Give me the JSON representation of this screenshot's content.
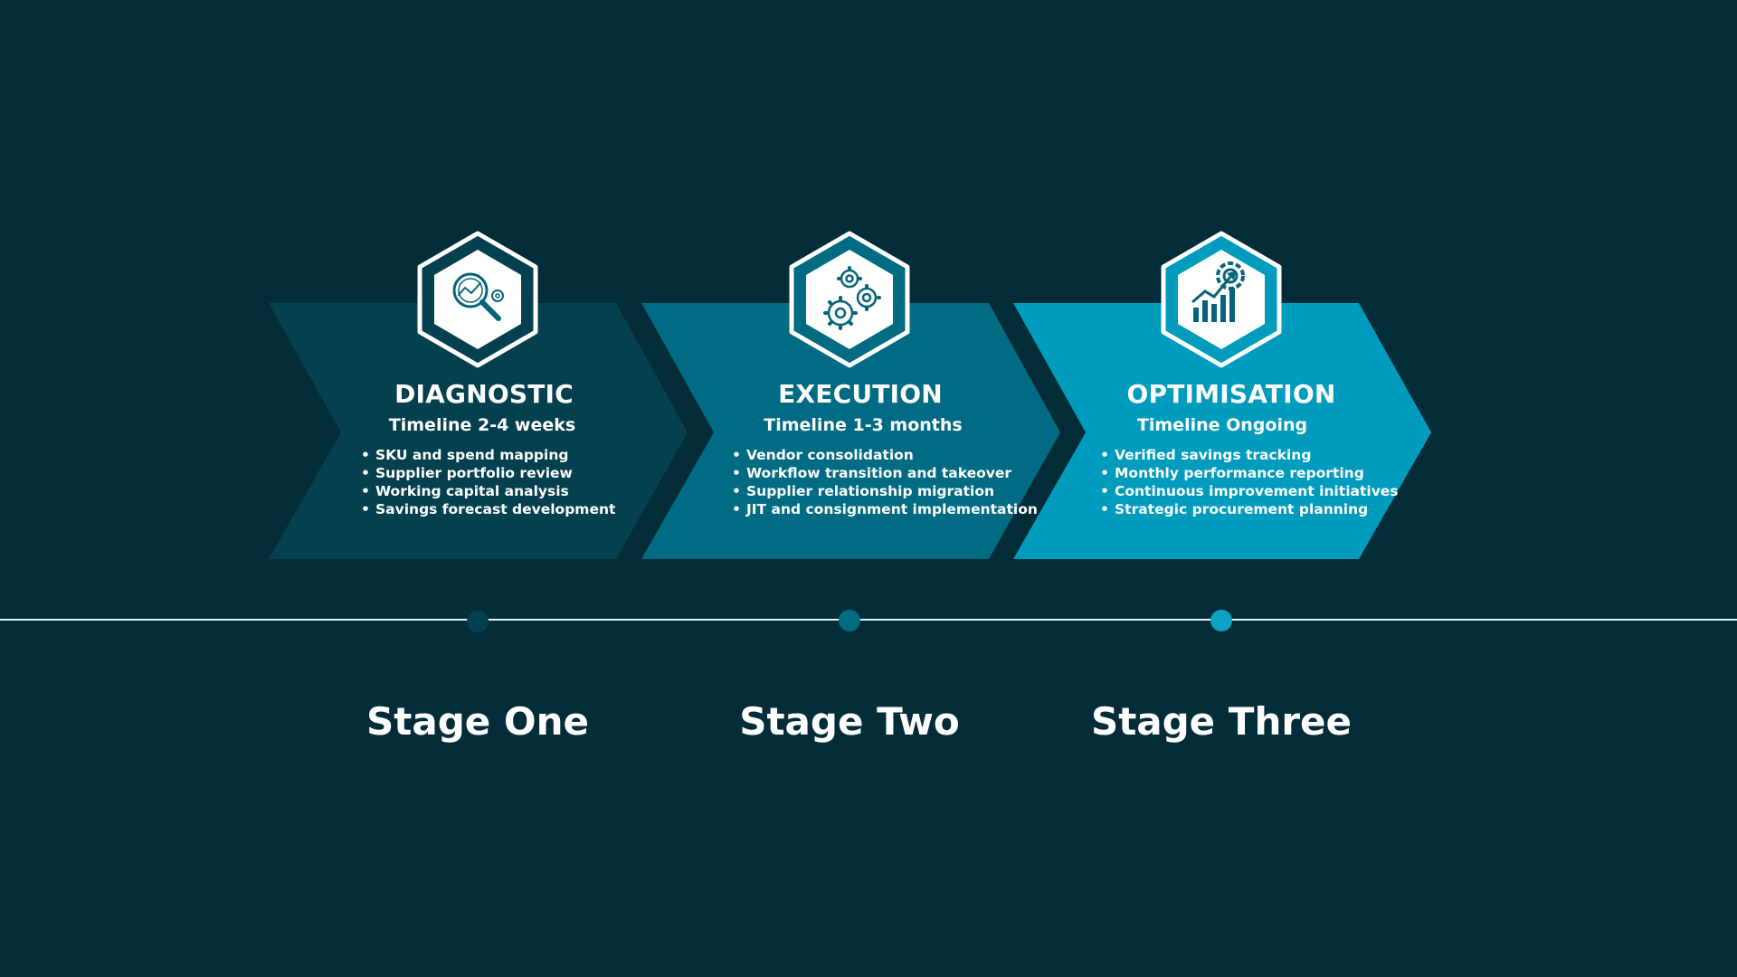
{
  "colors": {
    "background": "#032c39",
    "chevron_stage_1": "#05404f",
    "chevron_stage_2": "#006b82",
    "chevron_stage_3": "#009bbd",
    "hexagon_fill": "#ffffff",
    "icon_color": "#06647a",
    "timeline_line": "#e9f2f4",
    "dot_stage_1": "#05404f",
    "dot_stage_2": "#006b82",
    "dot_stage_3": "#0aa3c4"
  },
  "stages": [
    {
      "title": "DIAGNOSTIC",
      "timeline": "Timeline 2-4 weeks",
      "bullets": [
        "SKU and spend mapping",
        "Supplier portfolio review",
        "Working capital analysis",
        "Savings forecast development"
      ],
      "icon": "magnifier-analysis-icon",
      "label": "Stage One"
    },
    {
      "title": "EXECUTION",
      "timeline": "Timeline 1-3 months",
      "bullets": [
        "Vendor consolidation",
        "Workflow transition and takeover",
        "Supplier relationship migration",
        "JIT and consignment implementation"
      ],
      "icon": "gears-icon",
      "label": "Stage Two"
    },
    {
      "title": "OPTIMISATION",
      "timeline": "Timeline Ongoing",
      "bullets": [
        "Verified savings tracking",
        "Monthly performance reporting",
        "Continuous improvement initiatives",
        "Strategic procurement planning"
      ],
      "icon": "growth-chart-gear-icon",
      "label": "Stage Three"
    }
  ]
}
